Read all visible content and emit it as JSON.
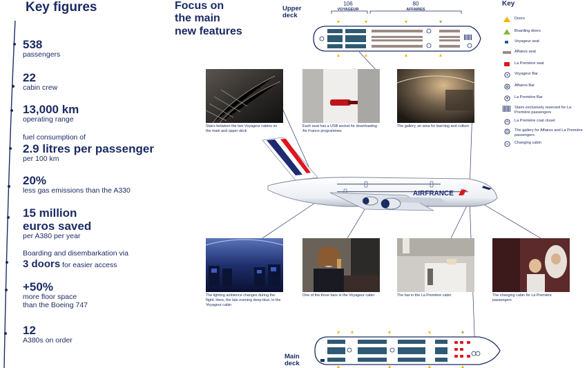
{
  "key_figures": {
    "title": "Key figures",
    "items": [
      {
        "big": "538",
        "small": "passengers"
      },
      {
        "big": "22",
        "small": "cabin crew"
      },
      {
        "big": "13,000 km",
        "small": "operating range"
      },
      {
        "pre": "fuel consumption of",
        "big": "2.9 litres per passenger",
        "small": "per 100 km"
      },
      {
        "big": "20%",
        "small": "less gas emissions than the A330"
      },
      {
        "big": "15 million",
        "big2": "euros saved",
        "small": "per A380 per year"
      },
      {
        "pre": "Boarding and disembarkation via",
        "big": "3 doors",
        "post": " for easier access"
      },
      {
        "big": "+50%",
        "small": "more floor space",
        "small2": "than the Boeing 747"
      },
      {
        "big": "12",
        "small": "A380s on order"
      }
    ]
  },
  "focus": {
    "line1": "Focus on",
    "line2": "the main",
    "line3": "new features"
  },
  "upper_deck": {
    "label_line1": "Upper",
    "label_line2": "deck",
    "voyageur_count": "106",
    "voyageur_label": "VOYAGEUR",
    "affaires_count": "80",
    "affaires_label": "AFFAIRES"
  },
  "main_deck": {
    "label_line1": "Main",
    "label_line2": "deck"
  },
  "airline_livery": "AIRFRANCE",
  "key": {
    "title": "Key",
    "items": [
      {
        "icon": "door-triangle-icon",
        "label": "Doors",
        "color": "#f2b400"
      },
      {
        "icon": "boarding-door-triangle-icon",
        "label": "Boarding doors",
        "color": "#8db640"
      },
      {
        "icon": "voyageur-seat-icon",
        "label": "Voyageur seat",
        "color": "#2e5a73"
      },
      {
        "icon": "affaires-seat-icon",
        "label": "Affaires seat",
        "color": "#9a8b84"
      },
      {
        "icon": "la-premiere-seat-icon",
        "label": "La Première seat",
        "color": "#e0141e"
      },
      {
        "icon": "voyageur-bar-icon",
        "label": "Voyageur Bar"
      },
      {
        "icon": "affaires-bar-icon",
        "label": "Affaires Bar"
      },
      {
        "icon": "la-premiere-bar-icon",
        "label": "La Première Bar"
      },
      {
        "icon": "stairs-icon",
        "label": "Stairs exclusively reserved for La Première passengers"
      },
      {
        "icon": "coat-closet-icon",
        "label": "La Première coat closet"
      },
      {
        "icon": "gallery-icon",
        "label": "The gallery for Affaires and La Première passengers"
      },
      {
        "icon": "changing-cabin-icon",
        "label": "Changing cabin"
      }
    ]
  },
  "photos_top": [
    {
      "caption": "Stairs between the two Voyageur cabins on the main and upper deck"
    },
    {
      "caption": "Each seat has a USB socket for downloading Air France programmes"
    },
    {
      "caption": "The gallery, an area for learning and culture"
    }
  ],
  "photos_bottom": [
    {
      "caption": "The lighting ambience changes during the flight. Here, the late evening deep blue, in the Voyageur cabin"
    },
    {
      "caption": "One of the three bars in the Voyageur cabin"
    },
    {
      "caption": "The bar in the La Première cabin"
    },
    {
      "caption": "The changing cabin for La Première passengers"
    }
  ],
  "colors": {
    "navy": "#1b2b63",
    "voyageur_seat": "#2e5a73",
    "affaires_seat": "#9a8b84",
    "premiere_seat": "#e0141e",
    "door": "#f2b400",
    "boarding_door": "#8db640"
  }
}
